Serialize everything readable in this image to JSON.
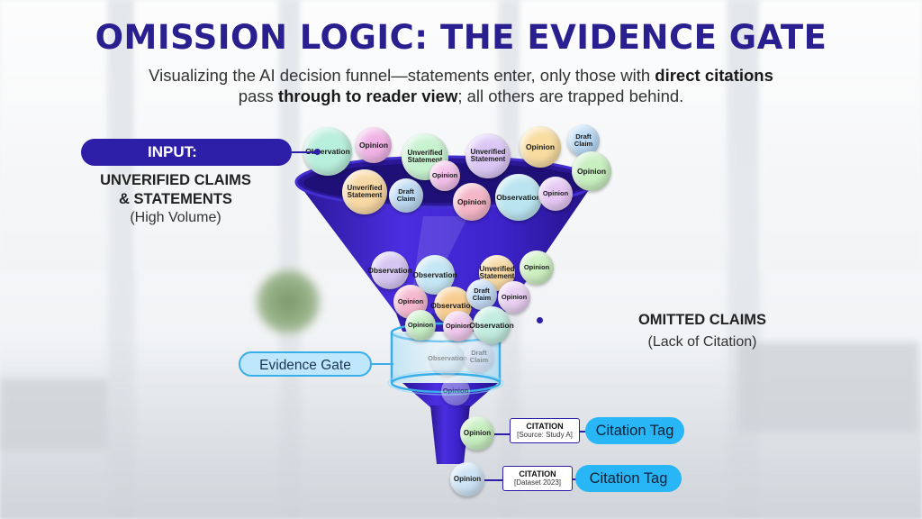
{
  "title": "OMISSION LOGIC: THE EVIDENCE GATE",
  "subtitle": {
    "line1_a": "Visualizing the AI decision funnel—statements enter, only those with ",
    "line1_b": "direct citations",
    "line2_a": "pass ",
    "line2_b": "through to reader view",
    "line2_c": "; all others are trapped behind."
  },
  "input": {
    "pill": "INPUT:",
    "heading_line1": "UNVERIFIED CLAIMS",
    "heading_line2": "& STATEMENTS",
    "sub": "(High Volume)"
  },
  "omitted": {
    "heading": "OMITTED CLAIMS",
    "sub": "(Lack of Citation)"
  },
  "gate": {
    "label": "Evidence Gate"
  },
  "citations": [
    {
      "title": "CITATION",
      "source": "[Source: Study A]",
      "tag": "Citation Tag",
      "ball": "Opinion"
    },
    {
      "title": "CITATION",
      "source": "[Dataset 2023]",
      "tag": "Citation Tag",
      "ball": "Opinion"
    }
  ],
  "colors": {
    "title": "#2a1f8f",
    "funnel": "#3a22c4",
    "funnel_dark": "#22137f",
    "gate": "#3aaee8",
    "tag": "#29b6f6"
  },
  "top_balls": [
    {
      "label": "Observation",
      "color": "#b8eedc"
    },
    {
      "label": "Opinion",
      "color": "#f1b3e6"
    },
    {
      "label": "Unverified Statement",
      "color": "#c7f2d0"
    },
    {
      "label": "Unverified Statement",
      "color": "#dbc7f5"
    },
    {
      "label": "Opinion",
      "color": "#f8dca0"
    },
    {
      "label": "Draft Claim",
      "color": "#b9d9f5"
    },
    {
      "label": "Opinion",
      "color": "#c8efc0"
    },
    {
      "label": "Unverified Statement",
      "color": "#f8d8a4"
    },
    {
      "label": "Opinion",
      "color": "#f4c0ea"
    },
    {
      "label": "Draft Claim",
      "color": "#bcd9f2"
    },
    {
      "label": "Opinion",
      "color": "#f5b6c8"
    },
    {
      "label": "Observation",
      "color": "#b9e4f0"
    },
    {
      "label": "Opinion",
      "color": "#e6c7f4"
    }
  ],
  "inner_balls": [
    {
      "label": "Observation",
      "color": "#d6c6f2"
    },
    {
      "label": "Observation",
      "color": "#c5e6f5"
    },
    {
      "label": "Unverified Statement",
      "color": "#f8d9a3"
    },
    {
      "label": "Opinion",
      "color": "#cdf0c2"
    },
    {
      "label": "Opinion",
      "color": "#f5b8cf"
    },
    {
      "label": "Observation",
      "color": "#f8cc90"
    },
    {
      "label": "Draft Claim",
      "color": "#c3daf3"
    },
    {
      "label": "Opinion",
      "color": "#ead0f3"
    },
    {
      "label": "Opinion",
      "color": "#c7efc6"
    },
    {
      "label": "Opinion",
      "color": "#f0c8ec"
    },
    {
      "label": "Observation",
      "color": "#c2ecdf"
    },
    {
      "label": "Observation",
      "color": "#c8e3f3"
    },
    {
      "label": "Draft Claim",
      "color": "#d6d2ea"
    },
    {
      "label": "Opinion",
      "color": "#dbe6f0"
    }
  ]
}
